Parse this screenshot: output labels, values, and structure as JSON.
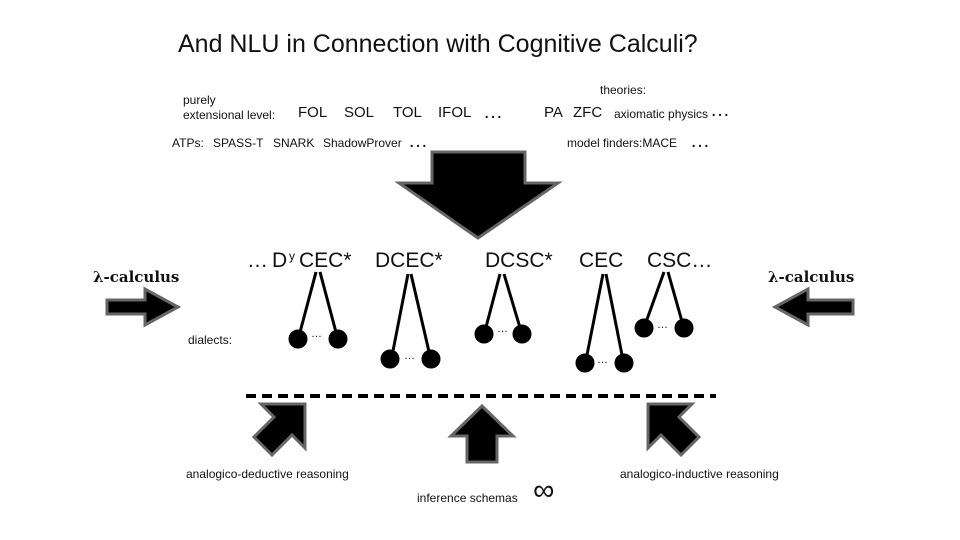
{
  "title": "And NLU in Connection with Cognitive Calculi?",
  "top": {
    "purely_label": "purely",
    "extensional_label": "extensional level:",
    "logics": [
      "FOL",
      "SOL",
      "TOL",
      "IFOL"
    ],
    "ellipsis": "…",
    "theories_label": "theories:",
    "theories": [
      "PA",
      "ZFC"
    ],
    "axiomatic_physics": "axiomatic physics",
    "atps_label": "ATPs:",
    "atps": [
      "SPASS-T",
      "SNARK",
      "ShadowProver"
    ],
    "model_finders": "model finders:MACE"
  },
  "calculi": {
    "leading_ellipsis": "…",
    "d": "D",
    "superscript": "y",
    "cec_star": "CEC*",
    "dcec_star": "DCEC*",
    "dcsc_star": "DCSC*",
    "cec": "CEC",
    "csc": "CSC…"
  },
  "lambda_left": "λ-calculus",
  "lambda_right": "λ-calculus",
  "dialects_label": "dialects:",
  "dialect_ellipsis": "…",
  "bottom": {
    "analogico_deductive": "analogico-deductive reasoning",
    "analogico_inductive": "analogico-inductive reasoning",
    "inference_schemas": "inference schemas",
    "infinity": "∞"
  }
}
